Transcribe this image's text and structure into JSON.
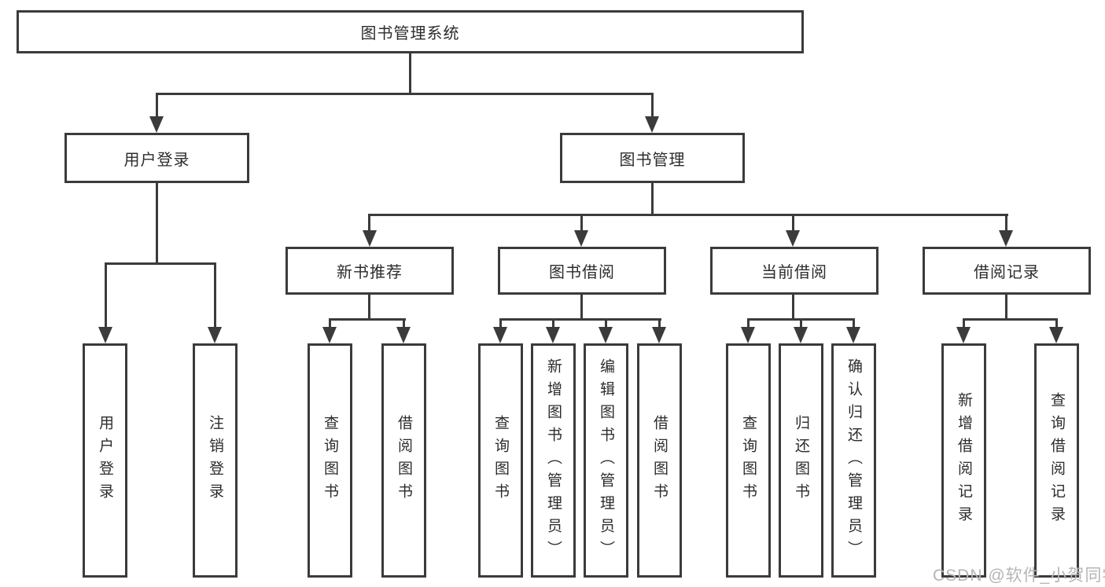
{
  "tree": {
    "root": {
      "label": "图书管理系统"
    },
    "branches": [
      {
        "label": "用户登录",
        "children": [
          "用户登录",
          "注销登录"
        ]
      },
      {
        "label": "图书管理",
        "sections": [
          {
            "label": "新书推荐",
            "children": [
              "查询图书",
              "借阅图书"
            ]
          },
          {
            "label": "图书借阅",
            "children": [
              "查询图书",
              "新增图书（管理员）",
              "编辑图书（管理员）",
              "借阅图书"
            ]
          },
          {
            "label": "当前借阅",
            "children": [
              "查询图书",
              "归还图书",
              "确认归还（管理员）"
            ]
          },
          {
            "label": "借阅记录",
            "children": [
              "新增借阅记录",
              "查询借阅记录"
            ]
          }
        ]
      }
    ]
  },
  "watermark": {
    "text": "CSDN @软件_小贺同学"
  },
  "colors": {
    "line": "#3b3b3b",
    "text": "#2c2c2f",
    "watermark": "#b5b5b5",
    "background": "#ffffff"
  }
}
